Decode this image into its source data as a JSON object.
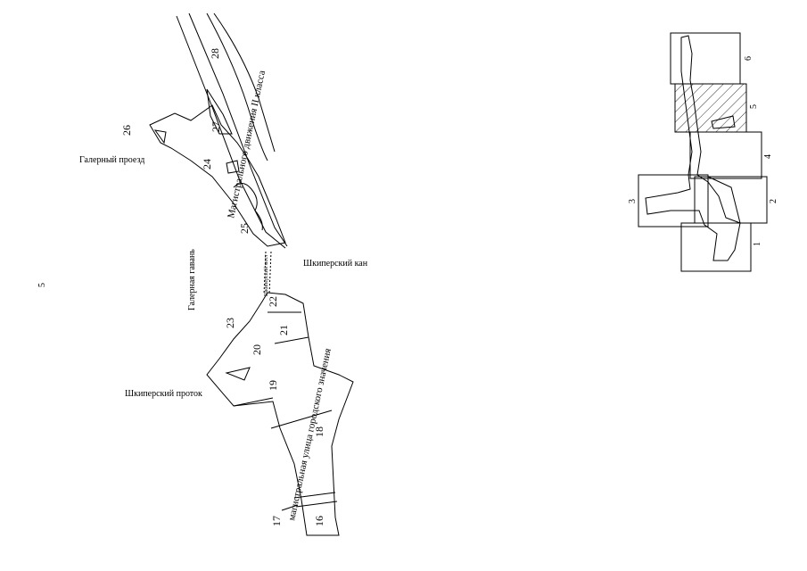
{
  "sheet_number": "5",
  "places": {
    "galerny_proezd": "Галерный проезд",
    "galernaya_gavan": "Галерная гавань",
    "shkipersky_kanal": "Шкиперский кан",
    "shkipersky_protok": "Шкиперский проток",
    "shkipersky_most": "Шкиперский мост"
  },
  "streets": {
    "upper": "Магистрального движения II класса",
    "lower": "магистральная улица городского значения"
  },
  "parcels": [
    "16",
    "17",
    "18",
    "19",
    "20",
    "21",
    "22",
    "23",
    "24",
    "25",
    "26",
    "27",
    "28"
  ],
  "index_map": {
    "sheets": [
      "1",
      "2",
      "3",
      "4",
      "5",
      "6"
    ],
    "highlighted_sheet": "5"
  },
  "colors": {
    "ink": "#000000",
    "paper": "#ffffff"
  }
}
